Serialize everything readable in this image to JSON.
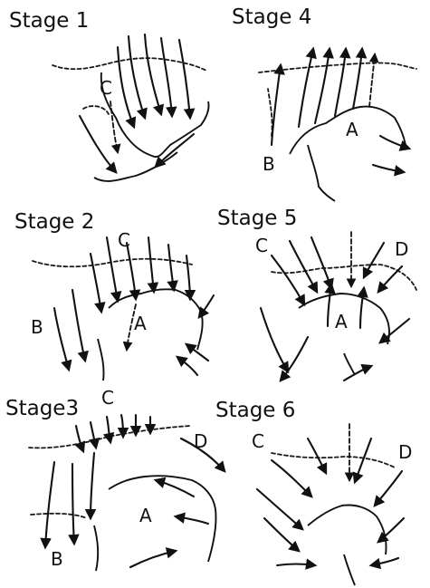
{
  "stages": [
    {
      "title": "Stage 1",
      "labels": [
        "C"
      ]
    },
    {
      "title": "Stage 4",
      "labels": [
        "A",
        "B"
      ]
    },
    {
      "title": "Stage 2",
      "labels": [
        "C",
        "A",
        "B"
      ]
    },
    {
      "title": "Stage 5",
      "labels": [
        "C",
        "D",
        "A"
      ]
    },
    {
      "title": "Stage3",
      "labels": [
        "C",
        "D",
        "A",
        "B"
      ]
    },
    {
      "title": "Stage 6",
      "labels": [
        "C",
        "D"
      ]
    }
  ]
}
